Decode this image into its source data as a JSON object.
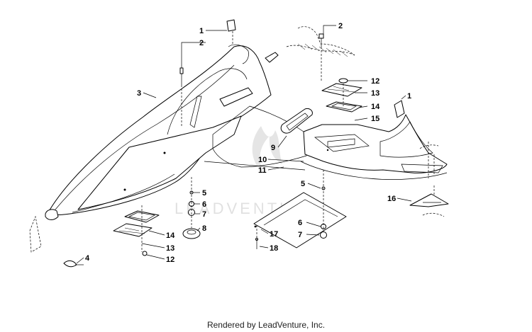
{
  "diagram": {
    "callouts": [
      {
        "id": "c1a",
        "text": "1"
      },
      {
        "id": "c2a",
        "text": "2"
      },
      {
        "id": "c3",
        "text": "3"
      },
      {
        "id": "c2b",
        "text": "2"
      },
      {
        "id": "c12a",
        "text": "12"
      },
      {
        "id": "c13a",
        "text": "13"
      },
      {
        "id": "c1b",
        "text": "1"
      },
      {
        "id": "c14a",
        "text": "14"
      },
      {
        "id": "c15",
        "text": "15"
      },
      {
        "id": "c9",
        "text": "9"
      },
      {
        "id": "c10",
        "text": "10"
      },
      {
        "id": "c11",
        "text": "11"
      },
      {
        "id": "c5a",
        "text": "5"
      },
      {
        "id": "c6a",
        "text": "6"
      },
      {
        "id": "c7a",
        "text": "7"
      },
      {
        "id": "c8",
        "text": "8"
      },
      {
        "id": "c14b",
        "text": "14"
      },
      {
        "id": "c13b",
        "text": "13"
      },
      {
        "id": "c12b",
        "text": "12"
      },
      {
        "id": "c4",
        "text": "4"
      },
      {
        "id": "c5b",
        "text": "5"
      },
      {
        "id": "c16",
        "text": "16"
      },
      {
        "id": "c6b",
        "text": "6"
      },
      {
        "id": "c7b",
        "text": "7"
      },
      {
        "id": "c17",
        "text": "17"
      },
      {
        "id": "c18",
        "text": "18"
      }
    ],
    "watermark": "LEADVENTURE"
  },
  "footer": {
    "text": "Rendered by LeadVenture, Inc."
  }
}
